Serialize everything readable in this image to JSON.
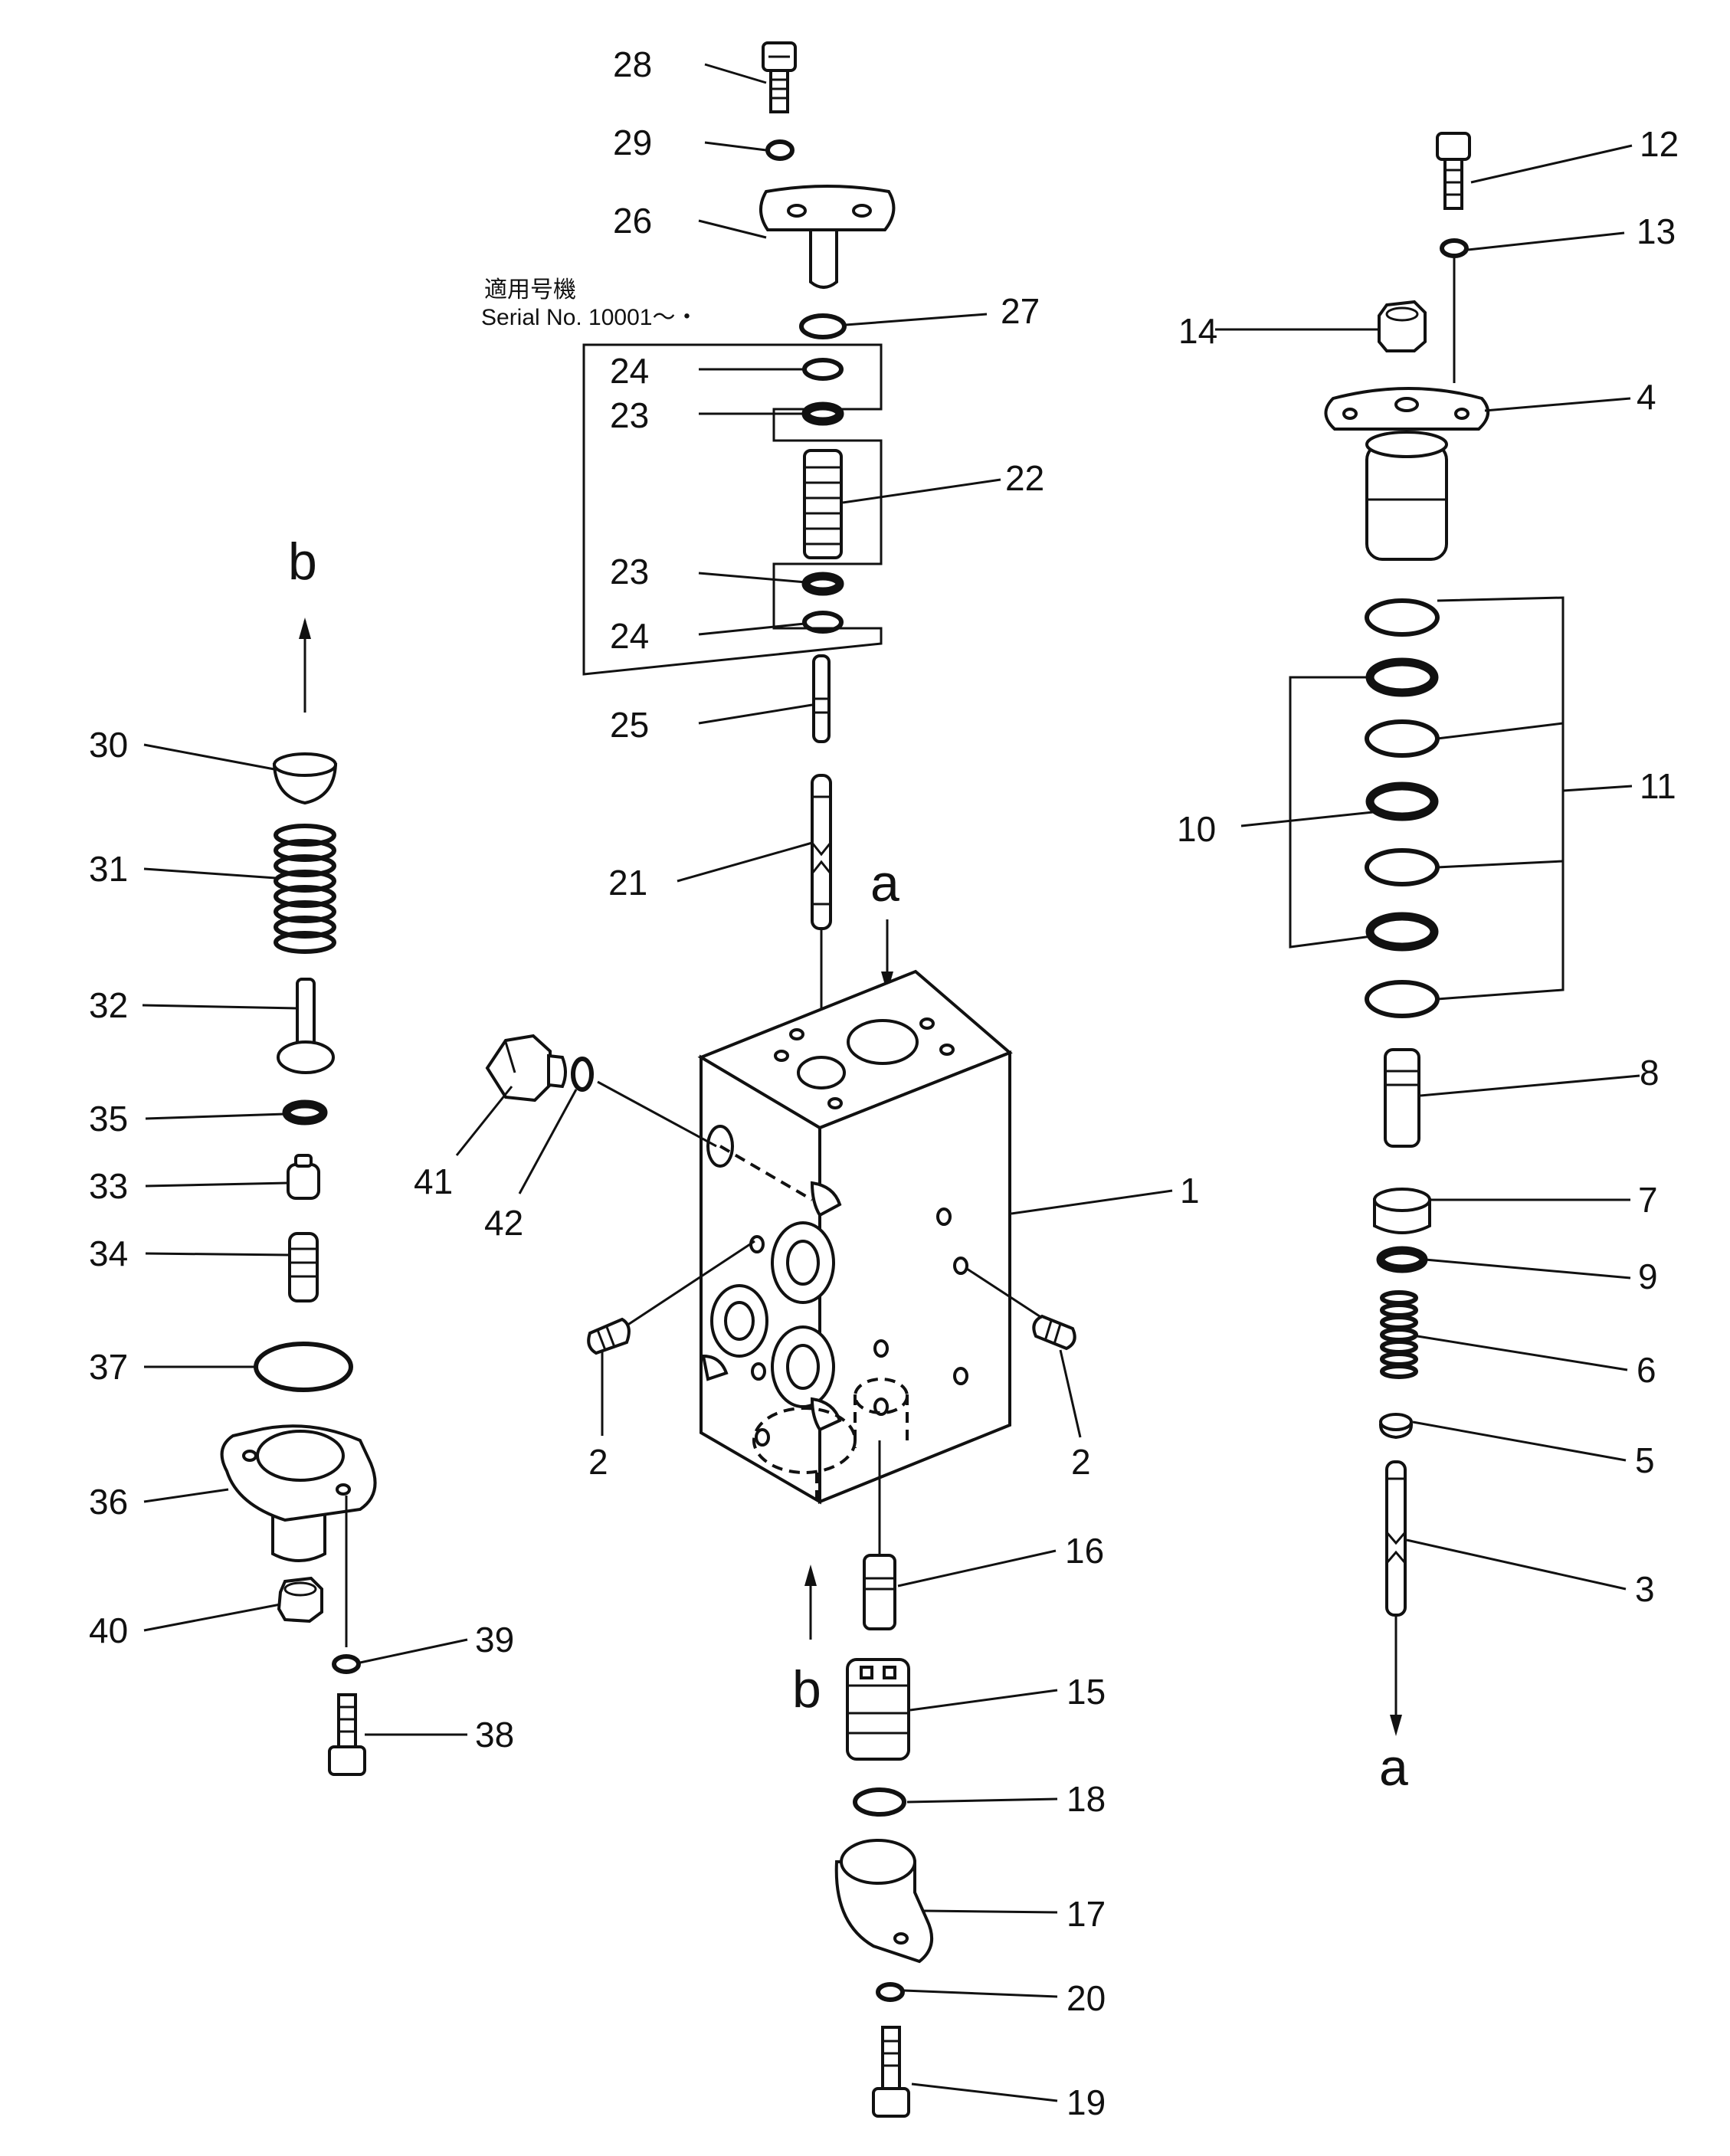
{
  "diagram": {
    "serial_note": {
      "line1": "適用号機",
      "line2": "Serial  No. 10001～・"
    },
    "arrow_labels": {
      "a_top": "a",
      "a_bottom": "a",
      "b_top": "b",
      "b_bottom": "b"
    },
    "callouts": {
      "n1": "1",
      "n2_left": "2",
      "n2_right": "2",
      "n3": "3",
      "n4": "4",
      "n5": "5",
      "n6": "6",
      "n7": "7",
      "n8": "8",
      "n9": "9",
      "n10": "10",
      "n11": "11",
      "n12": "12",
      "n13": "13",
      "n14": "14",
      "n15": "15",
      "n16": "16",
      "n17": "17",
      "n18": "18",
      "n19": "19",
      "n20": "20",
      "n21": "21",
      "n22": "22",
      "n23_upper": "23",
      "n23_lower": "23",
      "n24_upper": "24",
      "n24_lower": "24",
      "n25": "25",
      "n26": "26",
      "n27": "27",
      "n28": "28",
      "n29": "29",
      "n30": "30",
      "n31": "31",
      "n32": "32",
      "n33": "33",
      "n34": "34",
      "n35": "35",
      "n36": "36",
      "n37": "37",
      "n38": "38",
      "n39": "39",
      "n40": "40",
      "n41": "41",
      "n42": "42"
    }
  }
}
